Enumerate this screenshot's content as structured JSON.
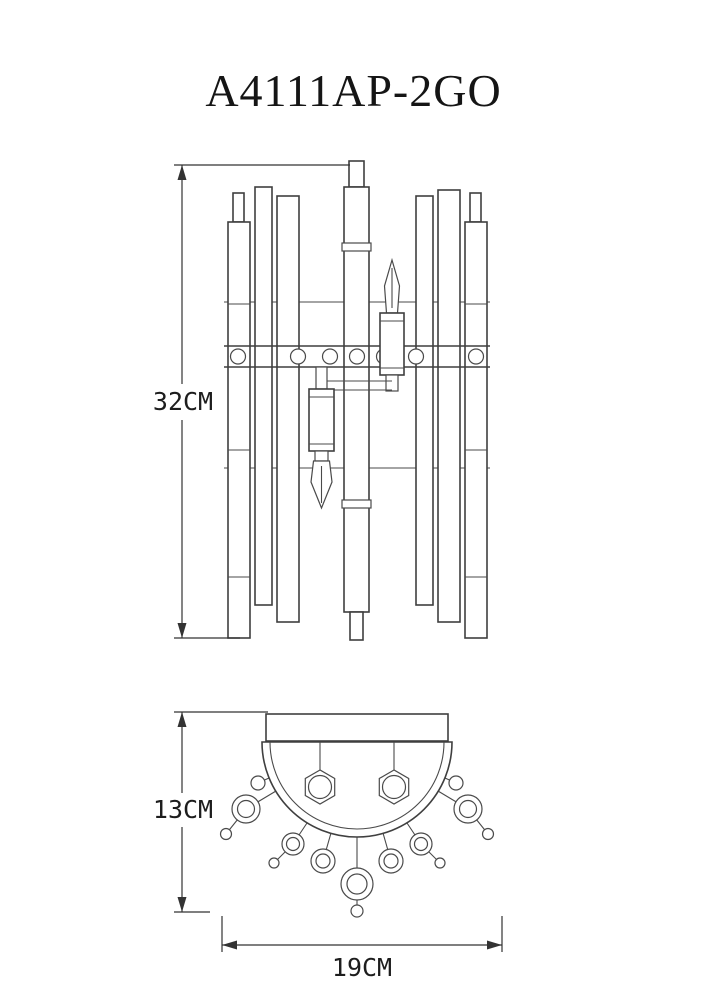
{
  "title": "A4111AP-2GO",
  "dimensions": {
    "front_height": "32CM",
    "side_height": "13CM",
    "width": "19CM"
  },
  "colors": {
    "background": "#ffffff",
    "line": "#3f3f3f",
    "dimension_text": "#1d1d1d"
  },
  "views": {
    "front": "wall-sconce-front-elevation",
    "bottom": "wall-sconce-plan-view"
  }
}
